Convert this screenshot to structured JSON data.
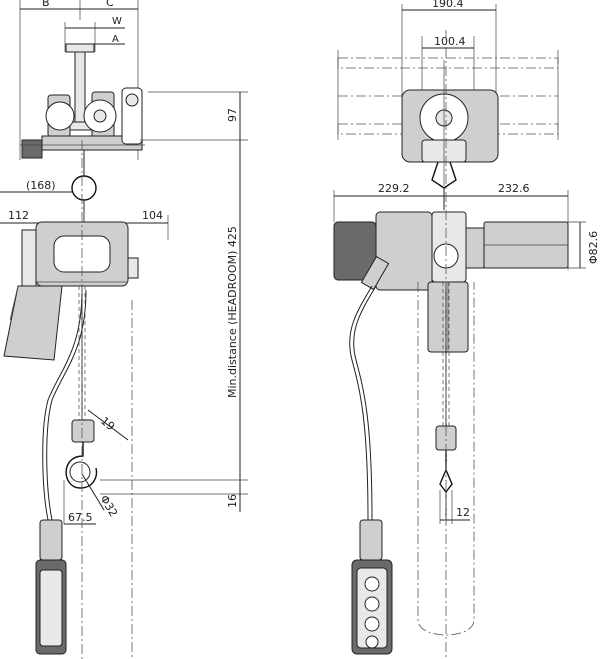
{
  "dimensions": {
    "left_view": {
      "b": "B",
      "c": "C",
      "w": "W",
      "a": "A",
      "d168": "(168)",
      "d112": "112",
      "d104": "104",
      "d19": "19",
      "d67_5": "67.5",
      "dphi32": "Φ32",
      "d97": "97",
      "headroom": "Min.distance (HEADROOM) 425",
      "d16": "16"
    },
    "right_view": {
      "d190_4": "190.4",
      "d100_4": "100.4",
      "d229_2": "229.2",
      "d232_6": "232.6",
      "dphi82_6": "Φ82.6",
      "d12": "12"
    }
  },
  "colors": {
    "line": "#222222",
    "fill_gray": "#cfcfcf",
    "fill_dark": "#6a6a6a"
  }
}
